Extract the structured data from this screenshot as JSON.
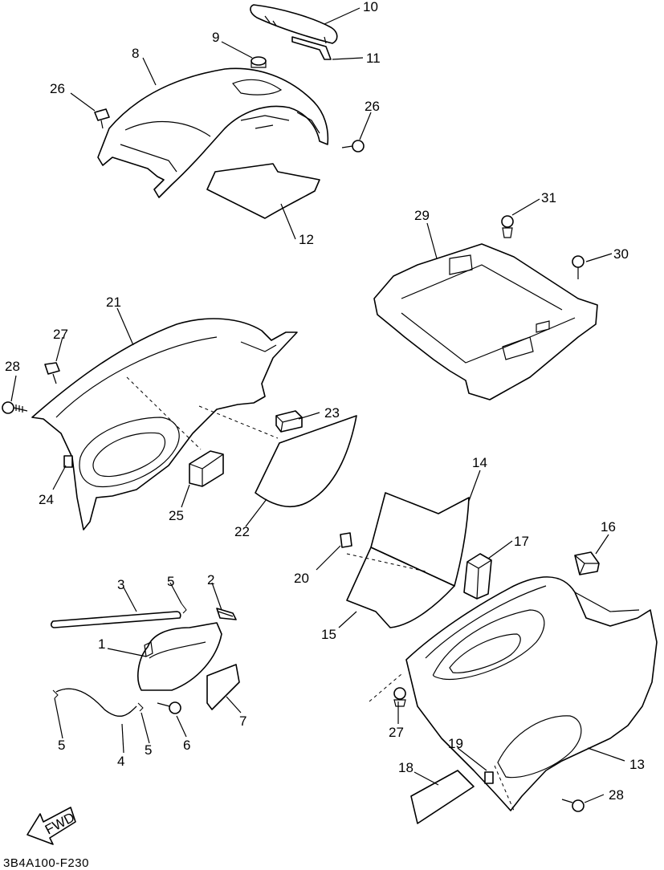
{
  "drawing_code": "3B4A100-F230",
  "fwd_arrow_label": "FWD",
  "callouts": [
    {
      "id": "c10",
      "text": "10"
    },
    {
      "id": "c11",
      "text": "11"
    },
    {
      "id": "c9",
      "text": "9"
    },
    {
      "id": "c8",
      "text": "8"
    },
    {
      "id": "c26a",
      "text": "26"
    },
    {
      "id": "c26b",
      "text": "26"
    },
    {
      "id": "c12",
      "text": "12"
    },
    {
      "id": "c31",
      "text": "31"
    },
    {
      "id": "c29",
      "text": "29"
    },
    {
      "id": "c30",
      "text": "30"
    },
    {
      "id": "c21",
      "text": "21"
    },
    {
      "id": "c27a",
      "text": "27"
    },
    {
      "id": "c28a",
      "text": "28"
    },
    {
      "id": "c23",
      "text": "23"
    },
    {
      "id": "c24",
      "text": "24"
    },
    {
      "id": "c25",
      "text": "25"
    },
    {
      "id": "c22",
      "text": "22"
    },
    {
      "id": "c14",
      "text": "14"
    },
    {
      "id": "c17",
      "text": "17"
    },
    {
      "id": "c16",
      "text": "16"
    },
    {
      "id": "c20",
      "text": "20"
    },
    {
      "id": "c15",
      "text": "15"
    },
    {
      "id": "c3",
      "text": "3"
    },
    {
      "id": "c5a",
      "text": "5"
    },
    {
      "id": "c2",
      "text": "2"
    },
    {
      "id": "c1",
      "text": "1"
    },
    {
      "id": "c7",
      "text": "7"
    },
    {
      "id": "c5b",
      "text": "5"
    },
    {
      "id": "c4",
      "text": "4"
    },
    {
      "id": "c5c",
      "text": "5"
    },
    {
      "id": "c6",
      "text": "6"
    },
    {
      "id": "c27b",
      "text": "27"
    },
    {
      "id": "c19",
      "text": "19"
    },
    {
      "id": "c18",
      "text": "18"
    },
    {
      "id": "c13",
      "text": "13"
    },
    {
      "id": "c28b",
      "text": "28"
    }
  ]
}
